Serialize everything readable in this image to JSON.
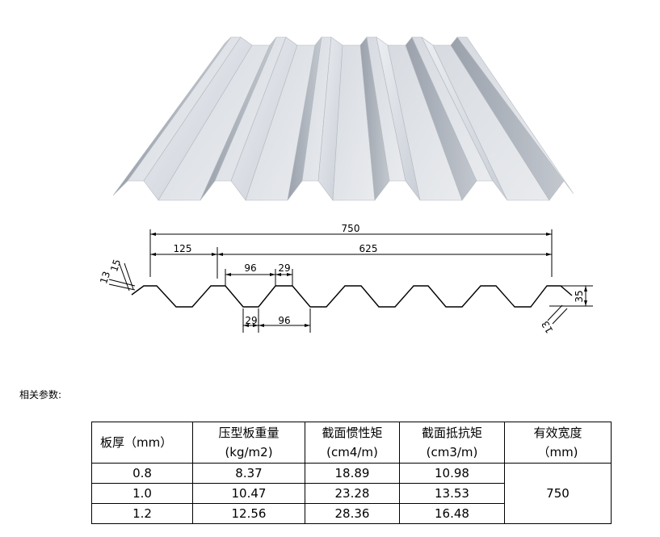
{
  "dimensions": {
    "total_width": "750",
    "left_segment": "125",
    "right_segment": "625",
    "top_rib_spacing": "96",
    "top_rib_width": "29",
    "bottom_rib_width": "29",
    "bottom_rib_spacing": "96",
    "height": "35",
    "edge_a": "13",
    "edge_b": "15",
    "edge_c": "13"
  },
  "params_label": "相关参数:",
  "table": {
    "headers": [
      [
        "板厚（mm）"
      ],
      [
        "压型板重量",
        "(kg/m2)"
      ],
      [
        "截面惯性矩",
        "(cm4/m)"
      ],
      [
        "截面抵抗矩",
        "(cm3/m)"
      ],
      [
        "有效宽度",
        "（mm)"
      ]
    ],
    "rows": [
      [
        "0.8",
        "8.37",
        "18.89",
        "10.98"
      ],
      [
        "1.0",
        "10.47",
        "23.28",
        "13.53"
      ],
      [
        "1.2",
        "12.56",
        "28.36",
        "16.48"
      ]
    ],
    "effective_width": "750"
  },
  "colors": {
    "metal_light": "#e2e5ea",
    "metal_dark": "#a9afb8",
    "line": "#000000"
  }
}
